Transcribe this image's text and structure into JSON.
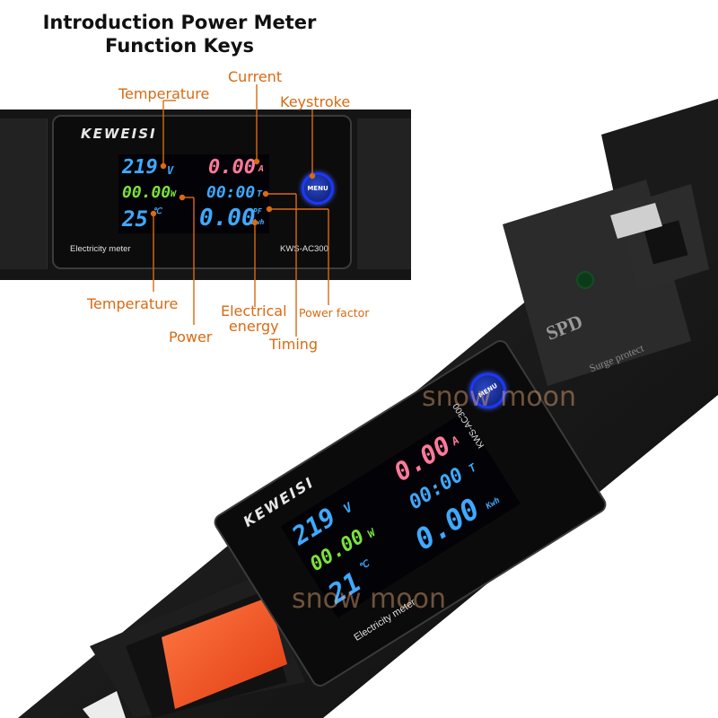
{
  "header": {
    "title_line1": "Introduction Power Meter",
    "title_line2": "Function Keys"
  },
  "callouts": {
    "temperature_top": "Temperature",
    "current": "Current",
    "keystroke": "Keystroke",
    "temperature_bottom": "Temperature",
    "power": "Power",
    "electrical_energy": "Electrical\nenergy",
    "timing": "Timing",
    "power_factor": "Power factor"
  },
  "meter": {
    "brand": "KEWEISI",
    "caption": "Electricity meter",
    "model": "KWS-AC300",
    "menu_label": "MENU",
    "display": {
      "voltage": "219",
      "voltage_unit": "V",
      "current": "0.00",
      "current_unit": "A",
      "power": "00.00",
      "power_unit": "W",
      "timing": "00:00",
      "timing_unit": "T",
      "temperature": "25",
      "temperature_unit": "℃",
      "energy": "0.00",
      "pf_unit": "PF",
      "energy_unit": "Kwh"
    }
  },
  "device": {
    "brand": "KEWEISI",
    "caption": "Electricity meter",
    "model": "KWS-AC300",
    "menu_label": "MENU",
    "spd_label": "SPD",
    "spd_sub": "Surge protect",
    "display": {
      "voltage": "219",
      "voltage_unit": "V",
      "current": "0.00",
      "current_unit": "A",
      "power": "00.00",
      "power_unit": "W",
      "timing": "00:00",
      "timing_unit": "T",
      "temperature": "21",
      "temperature_unit": "℃",
      "energy": "0.00",
      "energy_unit": "Kwh"
    }
  },
  "watermark": {
    "text": "snow moon"
  },
  "colors": {
    "callout": "#d96a12",
    "lcd_blue": "#3fa9ff",
    "lcd_pink": "#ff7a9a",
    "lcd_green": "#7be23a",
    "menu_blue": "#1c38ff",
    "switch_orange": "#ff5a2a"
  }
}
